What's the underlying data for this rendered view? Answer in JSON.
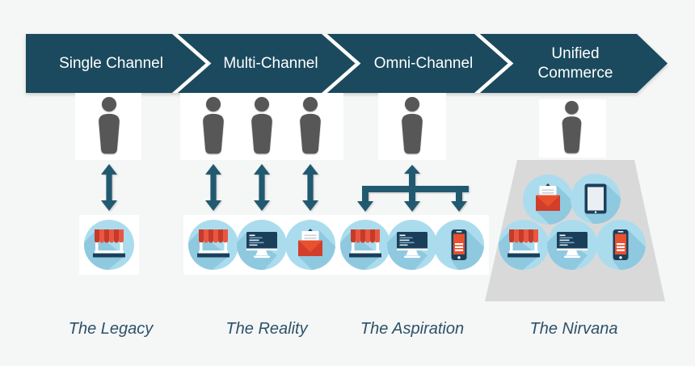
{
  "diagram": {
    "stages": [
      {
        "banner_label": "Single Channel",
        "tagline": "The Legacy",
        "customer_count": 1,
        "connection": "two-way-arrow",
        "channels": [
          "store"
        ]
      },
      {
        "banner_label": "Multi-Channel",
        "tagline": "The Reality",
        "customer_count": 3,
        "connection": "three-separate-two-way-arrows",
        "channels": [
          "store",
          "desktop",
          "email"
        ]
      },
      {
        "banner_label": "Omni-Channel",
        "tagline": "The Aspiration",
        "customer_count": 1,
        "connection": "single-branching-arrow",
        "channels": [
          "store",
          "desktop",
          "mobile"
        ]
      },
      {
        "banner_label": "Unified Commerce",
        "tagline": "The Nirvana",
        "customer_count": 1,
        "connection": "funnel",
        "channels": [
          "email",
          "tablet",
          "store",
          "desktop",
          "mobile"
        ]
      }
    ]
  },
  "colors": {
    "background": "#f5f6f6",
    "banner": "#1b4a5e",
    "banner_text": "#ffffff",
    "chevron_divider": "#ffffff",
    "arrow": "#215a70",
    "panel_white": "#ffffff",
    "person_gray": "#575757",
    "circle_blue": "#abdcee",
    "circle_shadow_blue": "#8fc9e0",
    "icon_navy": "#1b3f5a",
    "icon_red": "#e8502e",
    "icon_red_dark": "#c43b2a",
    "funnel_gray": "#d9d9d9",
    "tagline_text": "#2d5168"
  }
}
